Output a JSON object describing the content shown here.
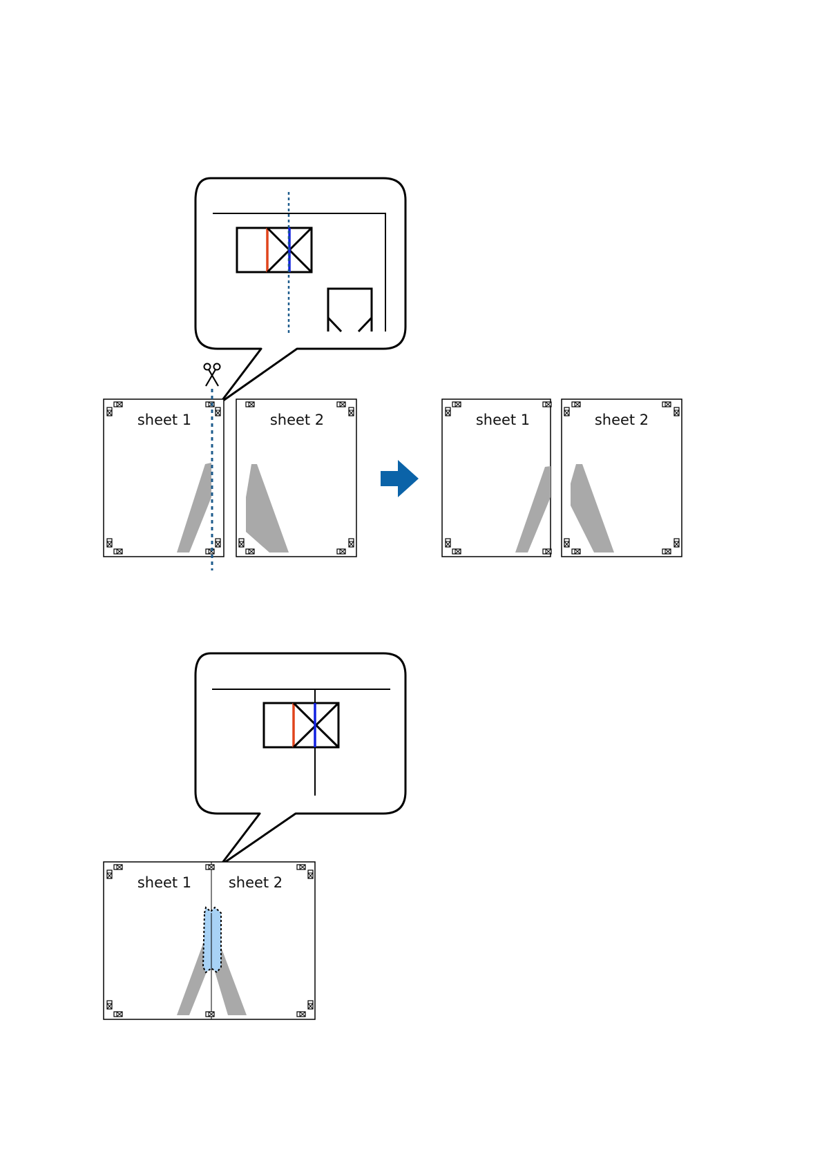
{
  "colors": {
    "cut_line": "#1d5b8c",
    "arrow": "#0b63a8",
    "ink": "#000000",
    "accent_red": "#e0441c",
    "accent_blue": "#1020e0",
    "silhouette": "#a9a9a9",
    "overlap_fill": "#a8d2f5"
  },
  "step1": {
    "left": {
      "sheet1_label": "sheet 1",
      "sheet2_label": "sheet 2"
    },
    "right": {
      "sheet1_label": "sheet 1",
      "sheet2_label": "sheet 2"
    },
    "scissors_icon": "scissors-icon",
    "arrow_icon": "right-arrow-icon"
  },
  "step2": {
    "sheet1_label": "sheet 1",
    "sheet2_label": "sheet 2"
  }
}
